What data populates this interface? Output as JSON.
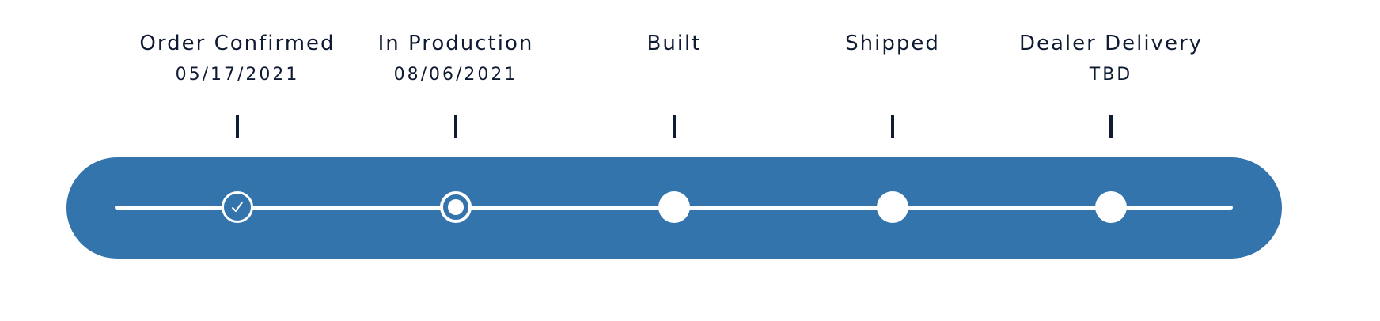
{
  "stages": [
    {
      "label": "Order Confirmed",
      "date": "05/17/2021",
      "status": "completed",
      "icon": "check-icon"
    },
    {
      "label": "In Production",
      "date": "08/06/2021",
      "status": "current"
    },
    {
      "label": "Built",
      "date": "",
      "status": "pending"
    },
    {
      "label": "Shipped",
      "date": "",
      "status": "pending"
    },
    {
      "label": "Dealer Delivery",
      "date": "TBD",
      "status": "pending"
    }
  ],
  "colors": {
    "bar": "#3474ad",
    "text": "#0f1a33",
    "line": "#ffffff"
  }
}
